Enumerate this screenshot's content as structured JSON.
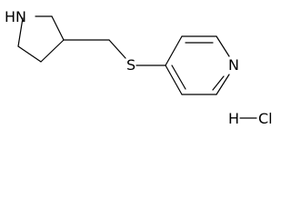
{
  "molecule": {
    "atoms": {
      "pyrrolidine_n": "N",
      "pyrrolidine_h": "H",
      "thioether_s": "S",
      "pyridine_n": "N"
    },
    "salt": {
      "h": "H",
      "cl": "Cl"
    }
  }
}
